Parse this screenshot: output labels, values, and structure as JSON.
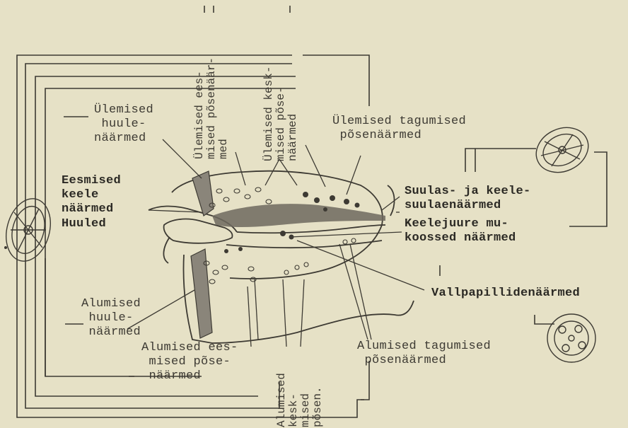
{
  "labels": {
    "ylemised_huulenaarmed": "Ülemised\n huule-\nnäärmed",
    "eesmised_keelenaarmed": "Eesmised\nkeele\nnäärmed",
    "huuled": "Huuled",
    "alumised_huulenaarmed": "Alumised\n huule-\n näärmed",
    "alumised_eesmised_posenaarmed": "Alumised ees-\n mised põse-\n näärmed",
    "ylemised_tagumised_posenaarmed": "Ülemised tagumised\n põsenäärmed",
    "suulas_keelesuulaenaarmed": "Suulas- ja keele-\nsuulaenäärmed",
    "keelejuure_mukoossed_naarmed": "Keelejuure mu-\nkoossed näärmed",
    "vallpapillidenaarmed": "Vallpapillidenäärmed",
    "alumised_tagumised_posenaarmed": "Alumised tagumised\n põsenäärmed"
  },
  "vertical_labels": {
    "ylemised_eesmised_posenaarmed": "Ülemised ees-\nmised põsenäär-\nmed",
    "ylemised_keskmised_posenaarmed": "Ülemised kesk-\nmised põse-\nnäärmed",
    "alumised_keskmised_posen": "Alumised\nkesk-\nmised\npõsen."
  }
}
